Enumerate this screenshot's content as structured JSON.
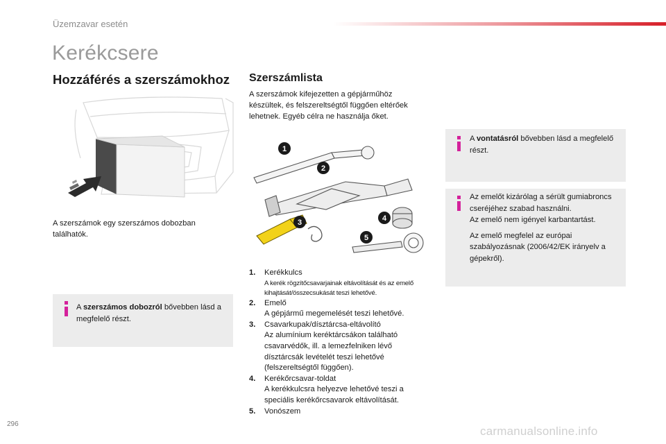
{
  "header": {
    "section": "Üzemzavar esetén",
    "page_number": "296"
  },
  "title": "Kerékcsere",
  "left": {
    "heading": "Hozzáférés a szerszámokhoz",
    "caption": "A szerszámok egy szerszámos dobozban találhatók.",
    "info": {
      "prefix": "A ",
      "bold": "szerszámos dobozról",
      "suffix": " bővebben lásd a megfelelő részt."
    }
  },
  "middle": {
    "heading": "Szerszámlista",
    "intro": "A szerszámok kifejezetten a gépjárműhöz készültek, és felszereltségtől függően eltérőek lehetnek. Egyéb célra ne használja őket.",
    "callouts": [
      "1",
      "2",
      "3",
      "4",
      "5"
    ],
    "list": [
      {
        "num": "1.",
        "name": "Kerékkulcs",
        "desc": "A kerék rögzítőcsavarjainak eltávolítását és az emelő kihajtását/összecsukását teszi lehetővé."
      },
      {
        "num": "2.",
        "name": "Emelő",
        "desc": "A gépjármű megemelését teszi lehetővé."
      },
      {
        "num": "3.",
        "name": "Csavarkupak/dísztárcsa-eltávolító",
        "desc": "Az alumínium keréktárcsákon található csavarvédők, ill. a lemezfelniken lévő dísztárcsák levételét teszi lehetővé (felszereltségtől függően)."
      },
      {
        "num": "4.",
        "name": "Kerékőrcsavar-toldat",
        "desc": "A kerékkulcsra helyezve lehetővé teszi a speciális kerékőrcsavarok eltávolítását."
      },
      {
        "num": "5.",
        "name": "Vonószem",
        "desc": ""
      }
    ]
  },
  "right": {
    "info1": {
      "prefix": "A ",
      "bold": "vontatásról",
      "suffix": " bővebben lásd a megfelelő részt."
    },
    "info2": {
      "p1": "Az emelőt kizárólag a sérült gumiabroncs cseréjéhez szabad használni.",
      "p2": "Az emelő nem igényel karbantartást.",
      "p3": "Az emelő megfelel az európai szabályozásnak (2006/42/EK irányelv a gépekről)."
    }
  },
  "watermark": "carmanualsonline.info",
  "colors": {
    "accent_red": "#d71e28",
    "info_magenta": "#d4219b",
    "info_bg": "#ececec",
    "callout_bg": "#1a1a1a",
    "tool_yellow": "#f2d21a"
  }
}
